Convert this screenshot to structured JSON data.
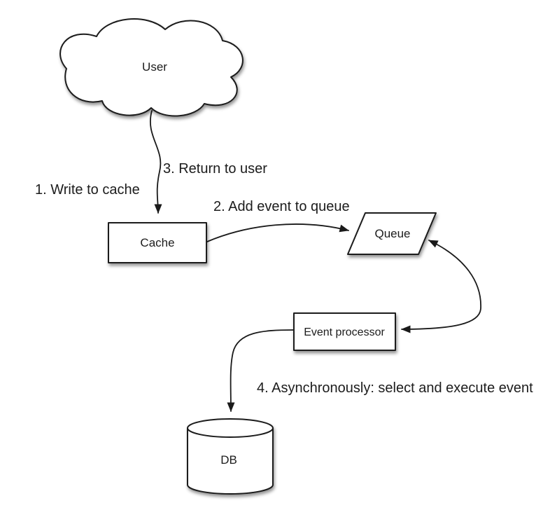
{
  "diagram": {
    "colors": {
      "background": "#ffffff",
      "stroke": "#1a1a1a",
      "text": "#1c1c1c",
      "shape_fill": "#ffffff"
    },
    "nodes": [
      {
        "id": "user",
        "label": "User",
        "shape": "cloud"
      },
      {
        "id": "cache",
        "label": "Cache",
        "shape": "rectangle"
      },
      {
        "id": "queue",
        "label": "Queue",
        "shape": "parallelogram"
      },
      {
        "id": "event-processor",
        "label": "Event processor",
        "shape": "rectangle"
      },
      {
        "id": "db",
        "label": "DB",
        "shape": "cylinder"
      }
    ],
    "steps": [
      "1. Write to cache",
      "2. Add event to queue",
      "3. Return to user",
      "4. Asynchronously: select and execute event"
    ],
    "edges": [
      {
        "from": "user",
        "to": "cache",
        "arrowheads": "end"
      },
      {
        "from": "cache",
        "to": "queue",
        "arrowheads": "end"
      },
      {
        "from": "queue",
        "to": "event-processor",
        "arrowheads": "both"
      },
      {
        "from": "event-processor",
        "to": "db",
        "arrowheads": "end"
      }
    ]
  }
}
